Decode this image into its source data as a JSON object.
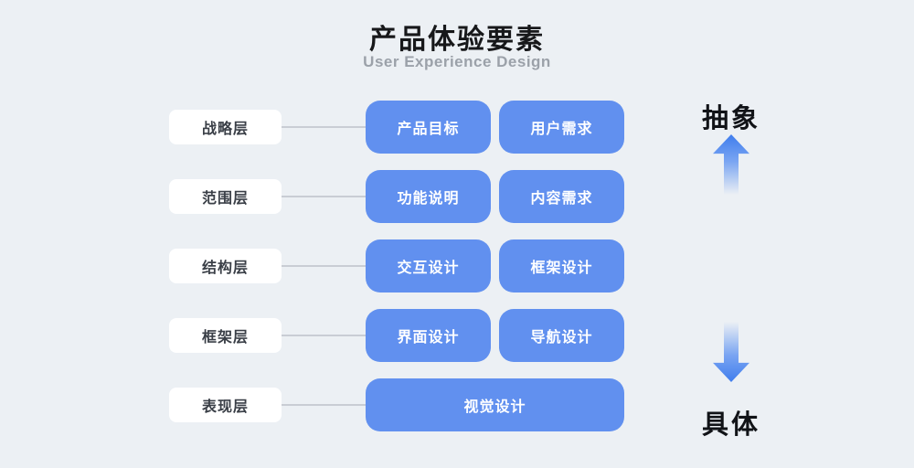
{
  "title": "产品体验要素",
  "subtitle": "User Experience Design",
  "rows": [
    {
      "label": "战略层",
      "items": [
        "产品目标",
        "用户需求"
      ]
    },
    {
      "label": "范围层",
      "items": [
        "功能说明",
        "内容需求"
      ]
    },
    {
      "label": "结构层",
      "items": [
        "交互设计",
        "框架设计"
      ]
    },
    {
      "label": "框架层",
      "items": [
        "界面设计",
        "导航设计"
      ]
    },
    {
      "label": "表现层",
      "items": [
        "视觉设计"
      ]
    }
  ],
  "axis": {
    "abstract": "抽象",
    "concrete": "具体"
  },
  "colors": {
    "background": "#ecf0f4",
    "card_blue": "#6190ef",
    "label_bg": "#ffffff",
    "connector_gray": "#c9cdd4",
    "arrow_blue": "#3f7ded",
    "title_text": "#17181a",
    "subtitle_text": "#9ba1a9"
  }
}
